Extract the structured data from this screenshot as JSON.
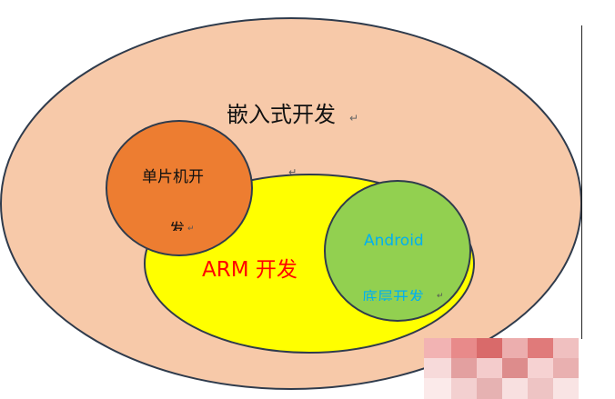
{
  "diagram": {
    "outer": {
      "label": "嵌入式开发",
      "mark": "↵",
      "fill": "#f7c9a9"
    },
    "stray_mark": "↵",
    "arm": {
      "label": "ARM 开发",
      "fill": "#ffff00",
      "text_color": "#ff0000"
    },
    "mcu": {
      "label_line1": "单片机开",
      "label_line2": "发",
      "mark": "↵",
      "fill": "#ed7d31"
    },
    "android": {
      "label_line1": "Android",
      "label_line2": "底层开发",
      "mark": "↵",
      "fill": "#92d050",
      "text_color": "#00b0f0"
    }
  },
  "stroke_color": "#2f3b4c"
}
